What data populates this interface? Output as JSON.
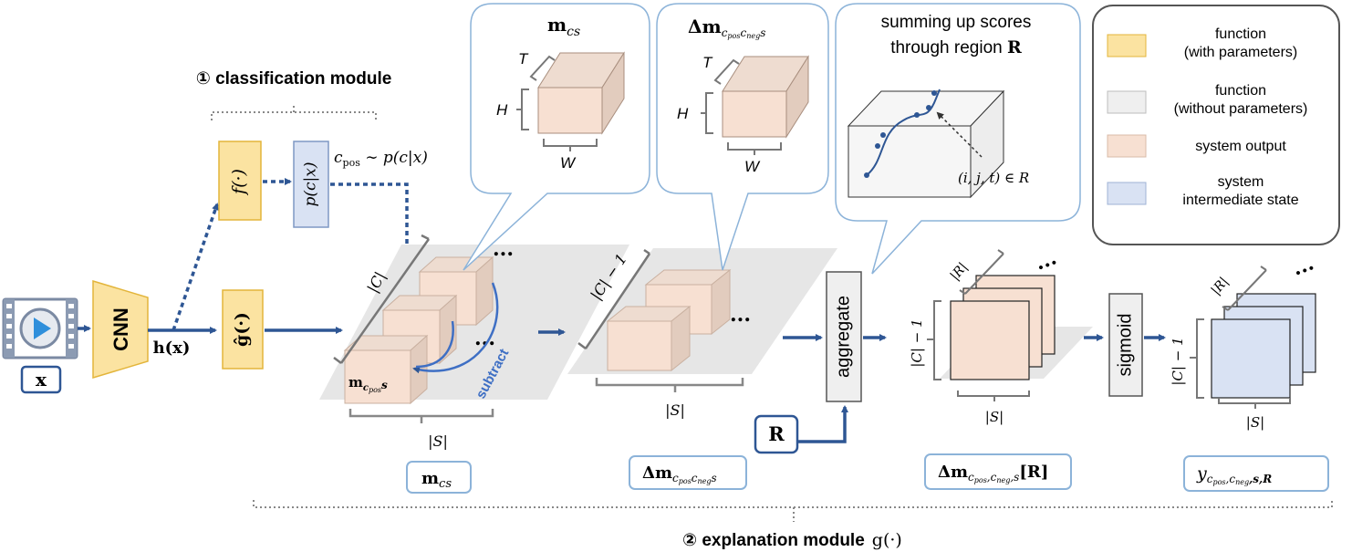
{
  "colors": {
    "function_param": "#FBE3A1",
    "function_param_border": "#E3B53B",
    "function_noparam": "#EFEFEF",
    "system_output": "#F7E0D2",
    "system_output_side": "#E2CCBE",
    "system_output_top": "#EEDCD0",
    "intermediate": "#D9E2F3",
    "intermediate_border": "#7F98C4",
    "arrow": "#2E5694",
    "bubble_border": "#8CB3D9",
    "label_box_border": "#8CB3D9",
    "shadow_plane": "#E6E6E6"
  },
  "legend": {
    "items": [
      {
        "swatch": "function_param",
        "line1": "function",
        "line2": "(with parameters)"
      },
      {
        "swatch": "function_noparam",
        "line1": "function",
        "line2": "(without parameters)"
      },
      {
        "swatch": "system_output",
        "line1": "system output",
        "line2": ""
      },
      {
        "swatch": "intermediate",
        "line1": "system",
        "line2": "intermediate state"
      }
    ]
  },
  "modules": {
    "classification": "① classification module",
    "explanation": "② explanation module",
    "explanation_math": "g(·)"
  },
  "nodes": {
    "input": "x",
    "cnn": "CNN",
    "h": "h(x)",
    "f": "f(·)",
    "p": "p(c|x)",
    "cpos": "c",
    "cpos_sub": "pos",
    "cpos_tail": " ∼ p(c|x)",
    "ghat": "ĝ(·)",
    "aggregate": "aggregate",
    "sigmoid": "sigmoid",
    "R": "R"
  },
  "bubbles": {
    "m": {
      "title": "m",
      "title_sub": "cs",
      "T": "T",
      "H": "H",
      "W": "W"
    },
    "dm": {
      "title": "Δm",
      "title_sub": "c",
      "sub1": "pos",
      "mid": "c",
      "sub2": "neg",
      "tail": "s",
      "T": "T",
      "H": "H",
      "W": "W"
    },
    "region": {
      "line1": "summing up scores",
      "line2": "through region",
      "line2_math": "R",
      "coords": "(i, j, t) ∈ R"
    }
  },
  "cubes1": {
    "C": "|C|",
    "S": "|S|",
    "subtract": "subtract",
    "label": "m",
    "label_sub": "c",
    "label_sub2": "pos",
    "label_tail": "s",
    "dots": "..."
  },
  "cubes2": {
    "C": "|C| − 1",
    "S": "|S|",
    "dots": "..."
  },
  "squares1": {
    "R": "|R|",
    "C": "|C| − 1",
    "S": "|S|",
    "dots": "..."
  },
  "squares2": {
    "R": "|R|",
    "C": "|C| − 1",
    "S": "|S|",
    "dots": "..."
  },
  "labels": {
    "m_cs": "m",
    "m_cs_sub": "cs",
    "dm": "Δm",
    "dm_sub": "c",
    "dm_sub1": "pos",
    "dm_mid": "c",
    "dm_sub2": "neg",
    "dm_tail": "s",
    "dm_R": "Δm",
    "dm_R_sub": "c",
    "dm_R_sub1": "pos",
    "dm_R_mid": ",c",
    "dm_R_sub2": "neg",
    "dm_R_tail": ",s",
    "dm_R_bracket": "[R]",
    "y": "y",
    "y_sub": "c",
    "y_sub1": "pos",
    "y_mid": ",c",
    "y_sub2": "neg",
    "y_tail": ",s,R"
  }
}
